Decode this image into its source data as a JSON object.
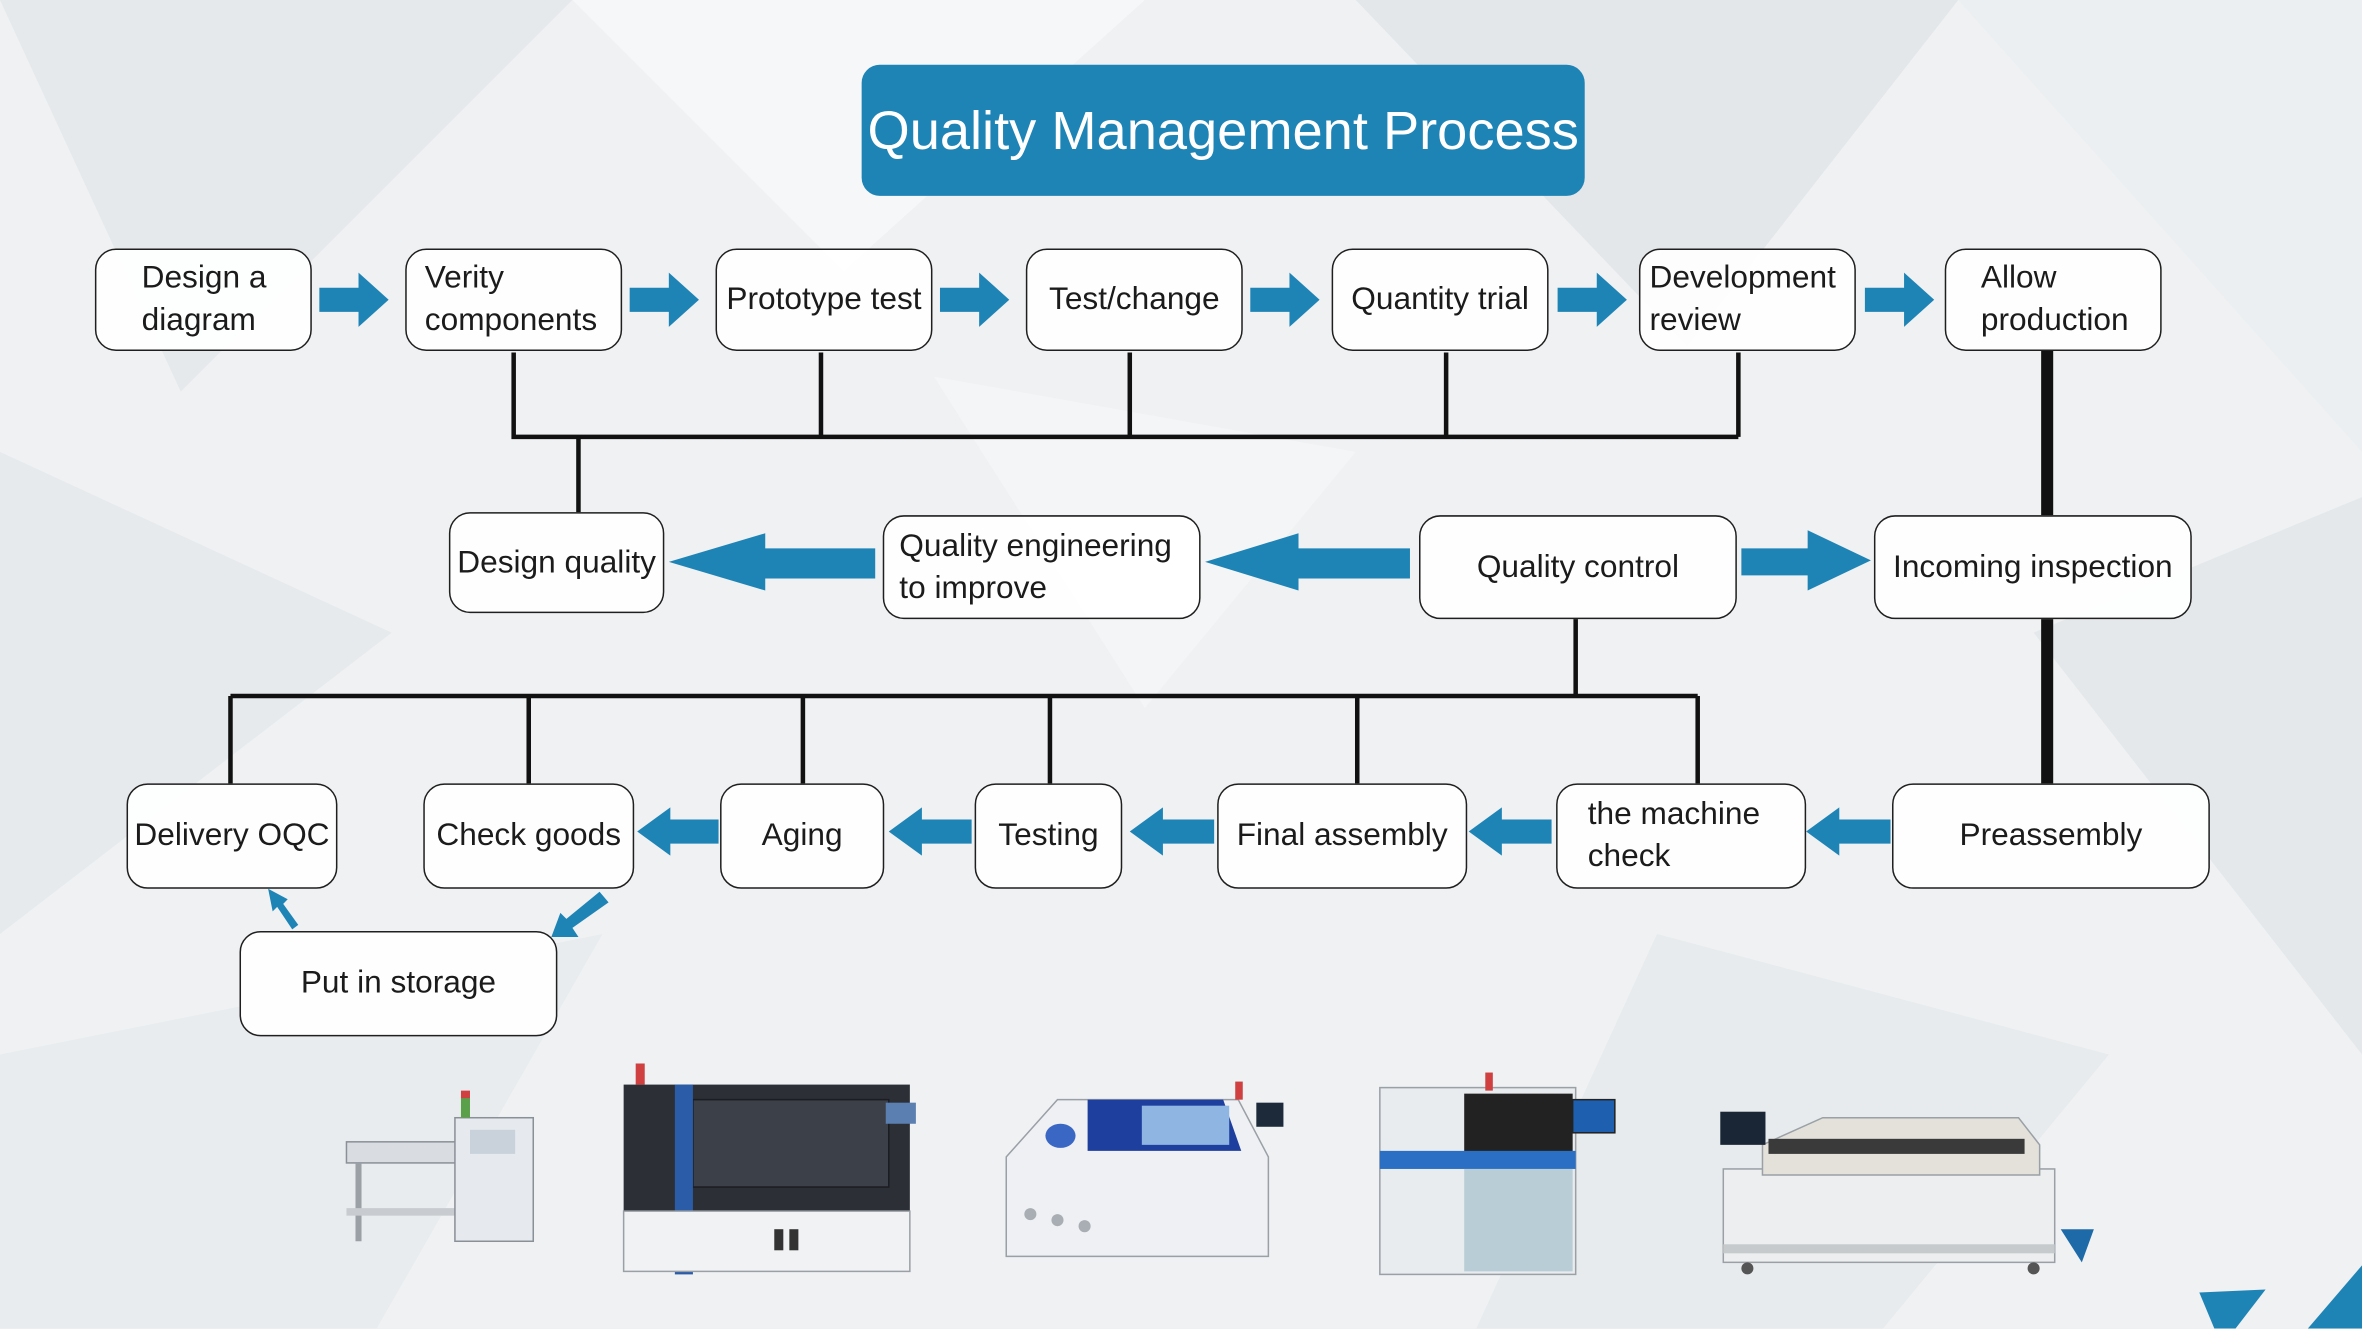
{
  "title": "Quality Management Process",
  "colors": {
    "accent": "#1e84b5",
    "line": "#111111",
    "box_border": "#1f1f1f"
  },
  "steps_row1": [
    "Design a\ndiagram",
    "Verity\ncomponents",
    "Prototype test",
    "Test/change",
    "Quantity trial",
    "Development\nreview",
    "Allow\nproduction"
  ],
  "row2": {
    "design_quality": "Design quality",
    "quality_engineering": "Quality engineering\nto improve",
    "quality_control": "Quality control",
    "incoming_inspection": "Incoming inspection"
  },
  "row3": {
    "delivery_oqc": "Delivery OQC",
    "check_goods": "Check goods",
    "aging": "Aging",
    "testing": "Testing",
    "final_assembly": "Final assembly",
    "machine_check": "the machine\ncheck",
    "preassembly": "Preassembly"
  },
  "put_in_storage": "Put in storage",
  "machines": [
    "conveyor-machine",
    "stencil-printer-machine",
    "pick-and-place-machine",
    "inspection-machine",
    "reflow-oven-machine"
  ]
}
